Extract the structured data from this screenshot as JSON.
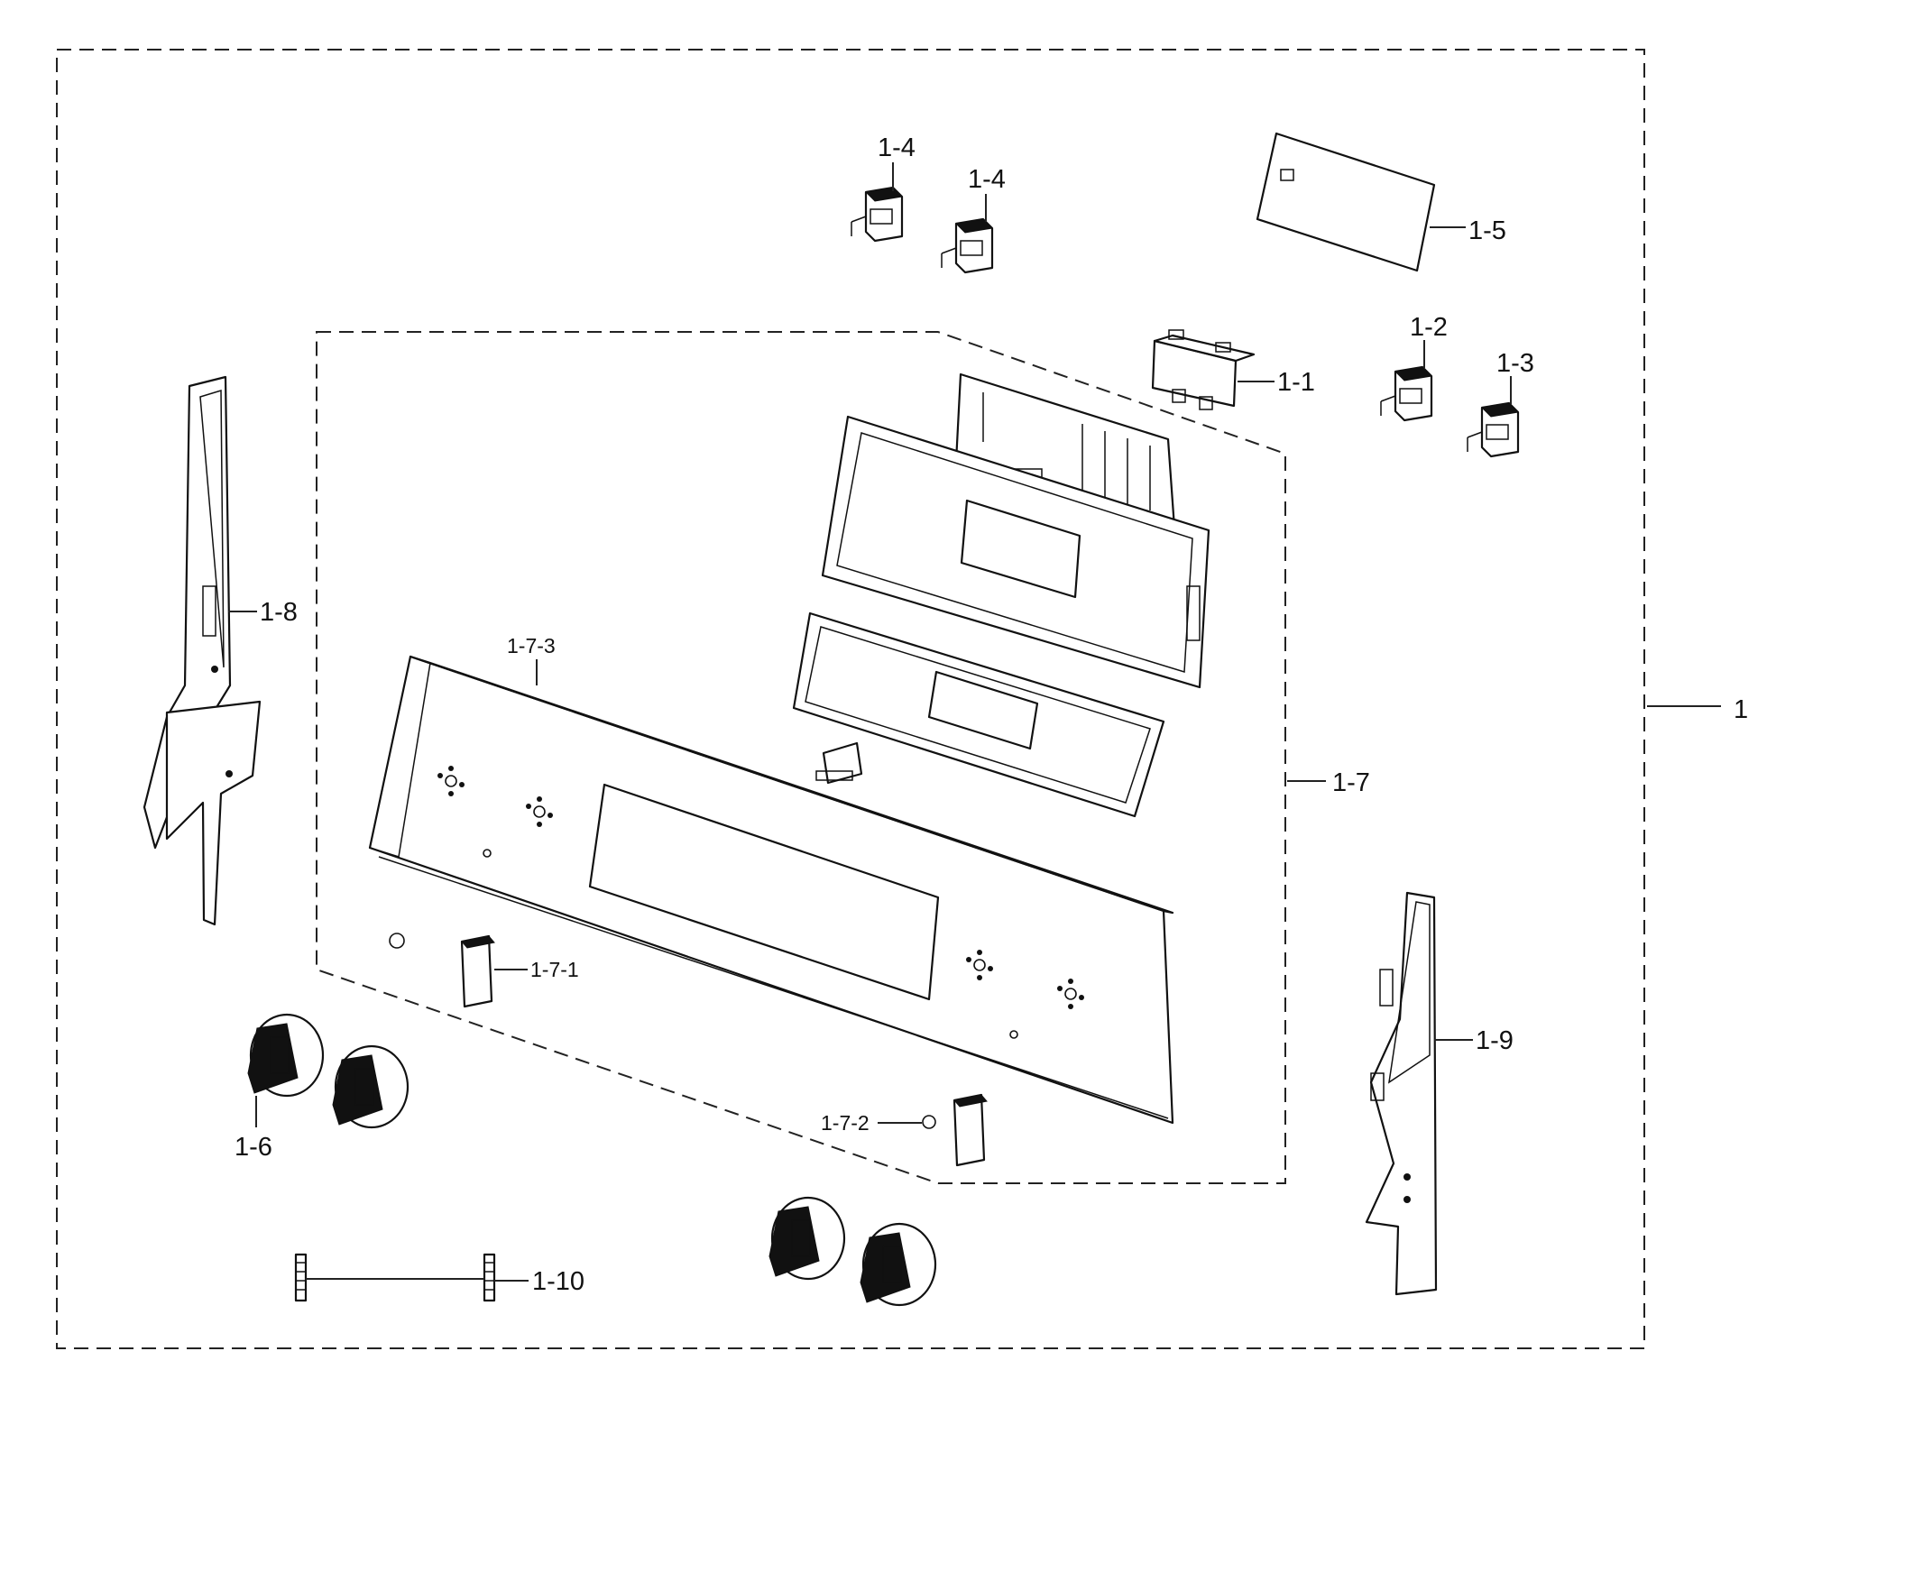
{
  "diagram": {
    "labels": {
      "assembly": "1",
      "pcb_cover": "1-1",
      "switch_a": "1-2",
      "switch_b": "1-3",
      "switch_c": "1-4",
      "switch_d": "1-4",
      "label_sheet": "1-5",
      "knob": "1-6",
      "panel_assembly": "1-7",
      "panel_button": "1-7-1",
      "panel_screw": "1-7-2",
      "control_panel": "1-7-3",
      "bracket_left": "1-8",
      "bracket_right": "1-9",
      "screw_pair": "1-10"
    }
  }
}
